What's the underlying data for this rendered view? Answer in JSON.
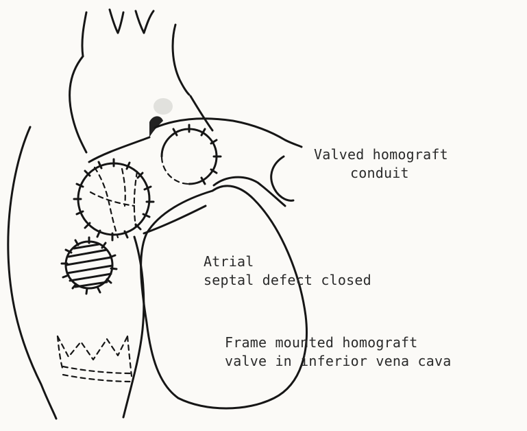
{
  "diagram": {
    "labels": {
      "conduit": [
        "Valved homograft",
        "conduit"
      ],
      "asd": [
        "Atrial",
        "septal defect closed"
      ],
      "ivc": [
        "Frame mounted homograft",
        "valve in inferior vena cava"
      ]
    },
    "colors": {
      "paper": "#fbfaf7",
      "ink": "#161616",
      "label_ink": "#2a2a2a"
    }
  }
}
